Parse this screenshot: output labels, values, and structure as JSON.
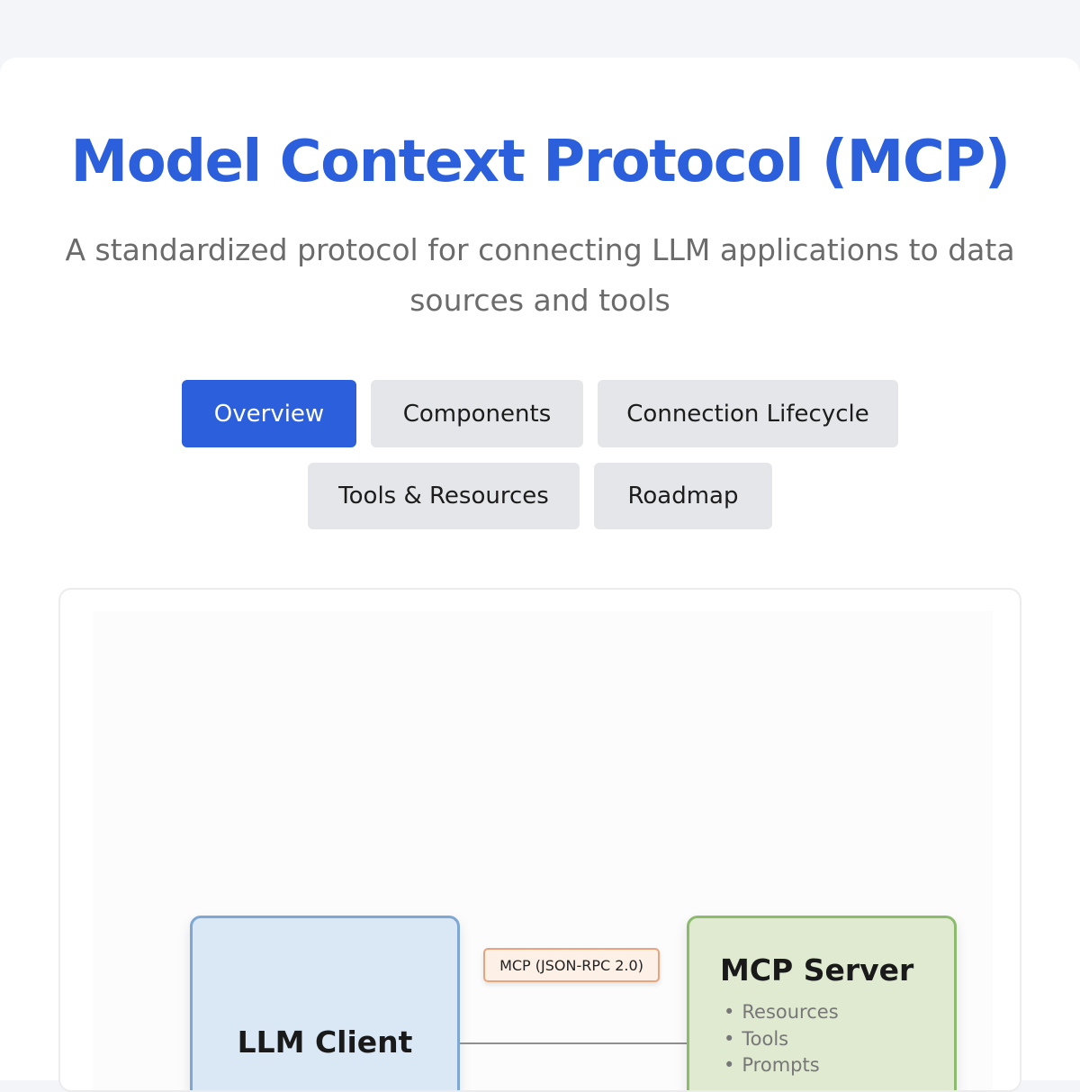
{
  "header": {
    "title": "Model Context Protocol (MCP)",
    "subtitle": "A standardized protocol for connecting LLM applications to data sources and tools"
  },
  "tabs": [
    {
      "label": "Overview",
      "active": true
    },
    {
      "label": "Components",
      "active": false
    },
    {
      "label": "Connection Lifecycle",
      "active": false
    },
    {
      "label": "Tools & Resources",
      "active": false
    },
    {
      "label": "Roadmap",
      "active": false
    }
  ],
  "diagram": {
    "client": {
      "label": "LLM Client"
    },
    "protocol": {
      "label": "MCP (JSON-RPC 2.0)"
    },
    "server": {
      "title": "MCP Server",
      "bullet": "•",
      "items": [
        "Resources",
        "Tools",
        "Prompts"
      ]
    }
  },
  "colors": {
    "accent": "#2c5fdb",
    "client_fill": "#dae7f4",
    "server_fill": "#dfead0",
    "protocol_border": "#e8a47c"
  }
}
